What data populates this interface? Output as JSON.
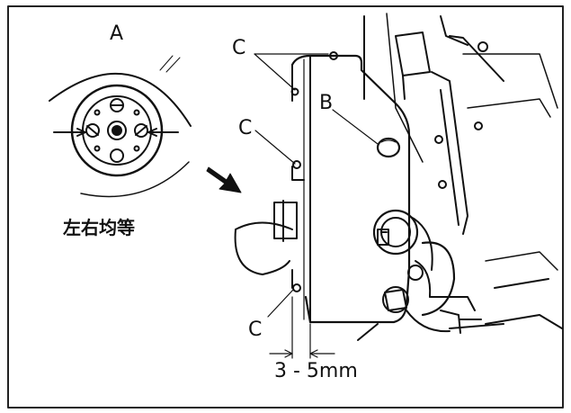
{
  "labels": {
    "a": "A",
    "b": "B",
    "c1": "C",
    "c2": "C",
    "c3": "C",
    "caption": "左右均等",
    "gap": "3 - 5mm"
  },
  "colors": {
    "line": "#111111",
    "frame": "#222222",
    "background": "#ffffff"
  }
}
